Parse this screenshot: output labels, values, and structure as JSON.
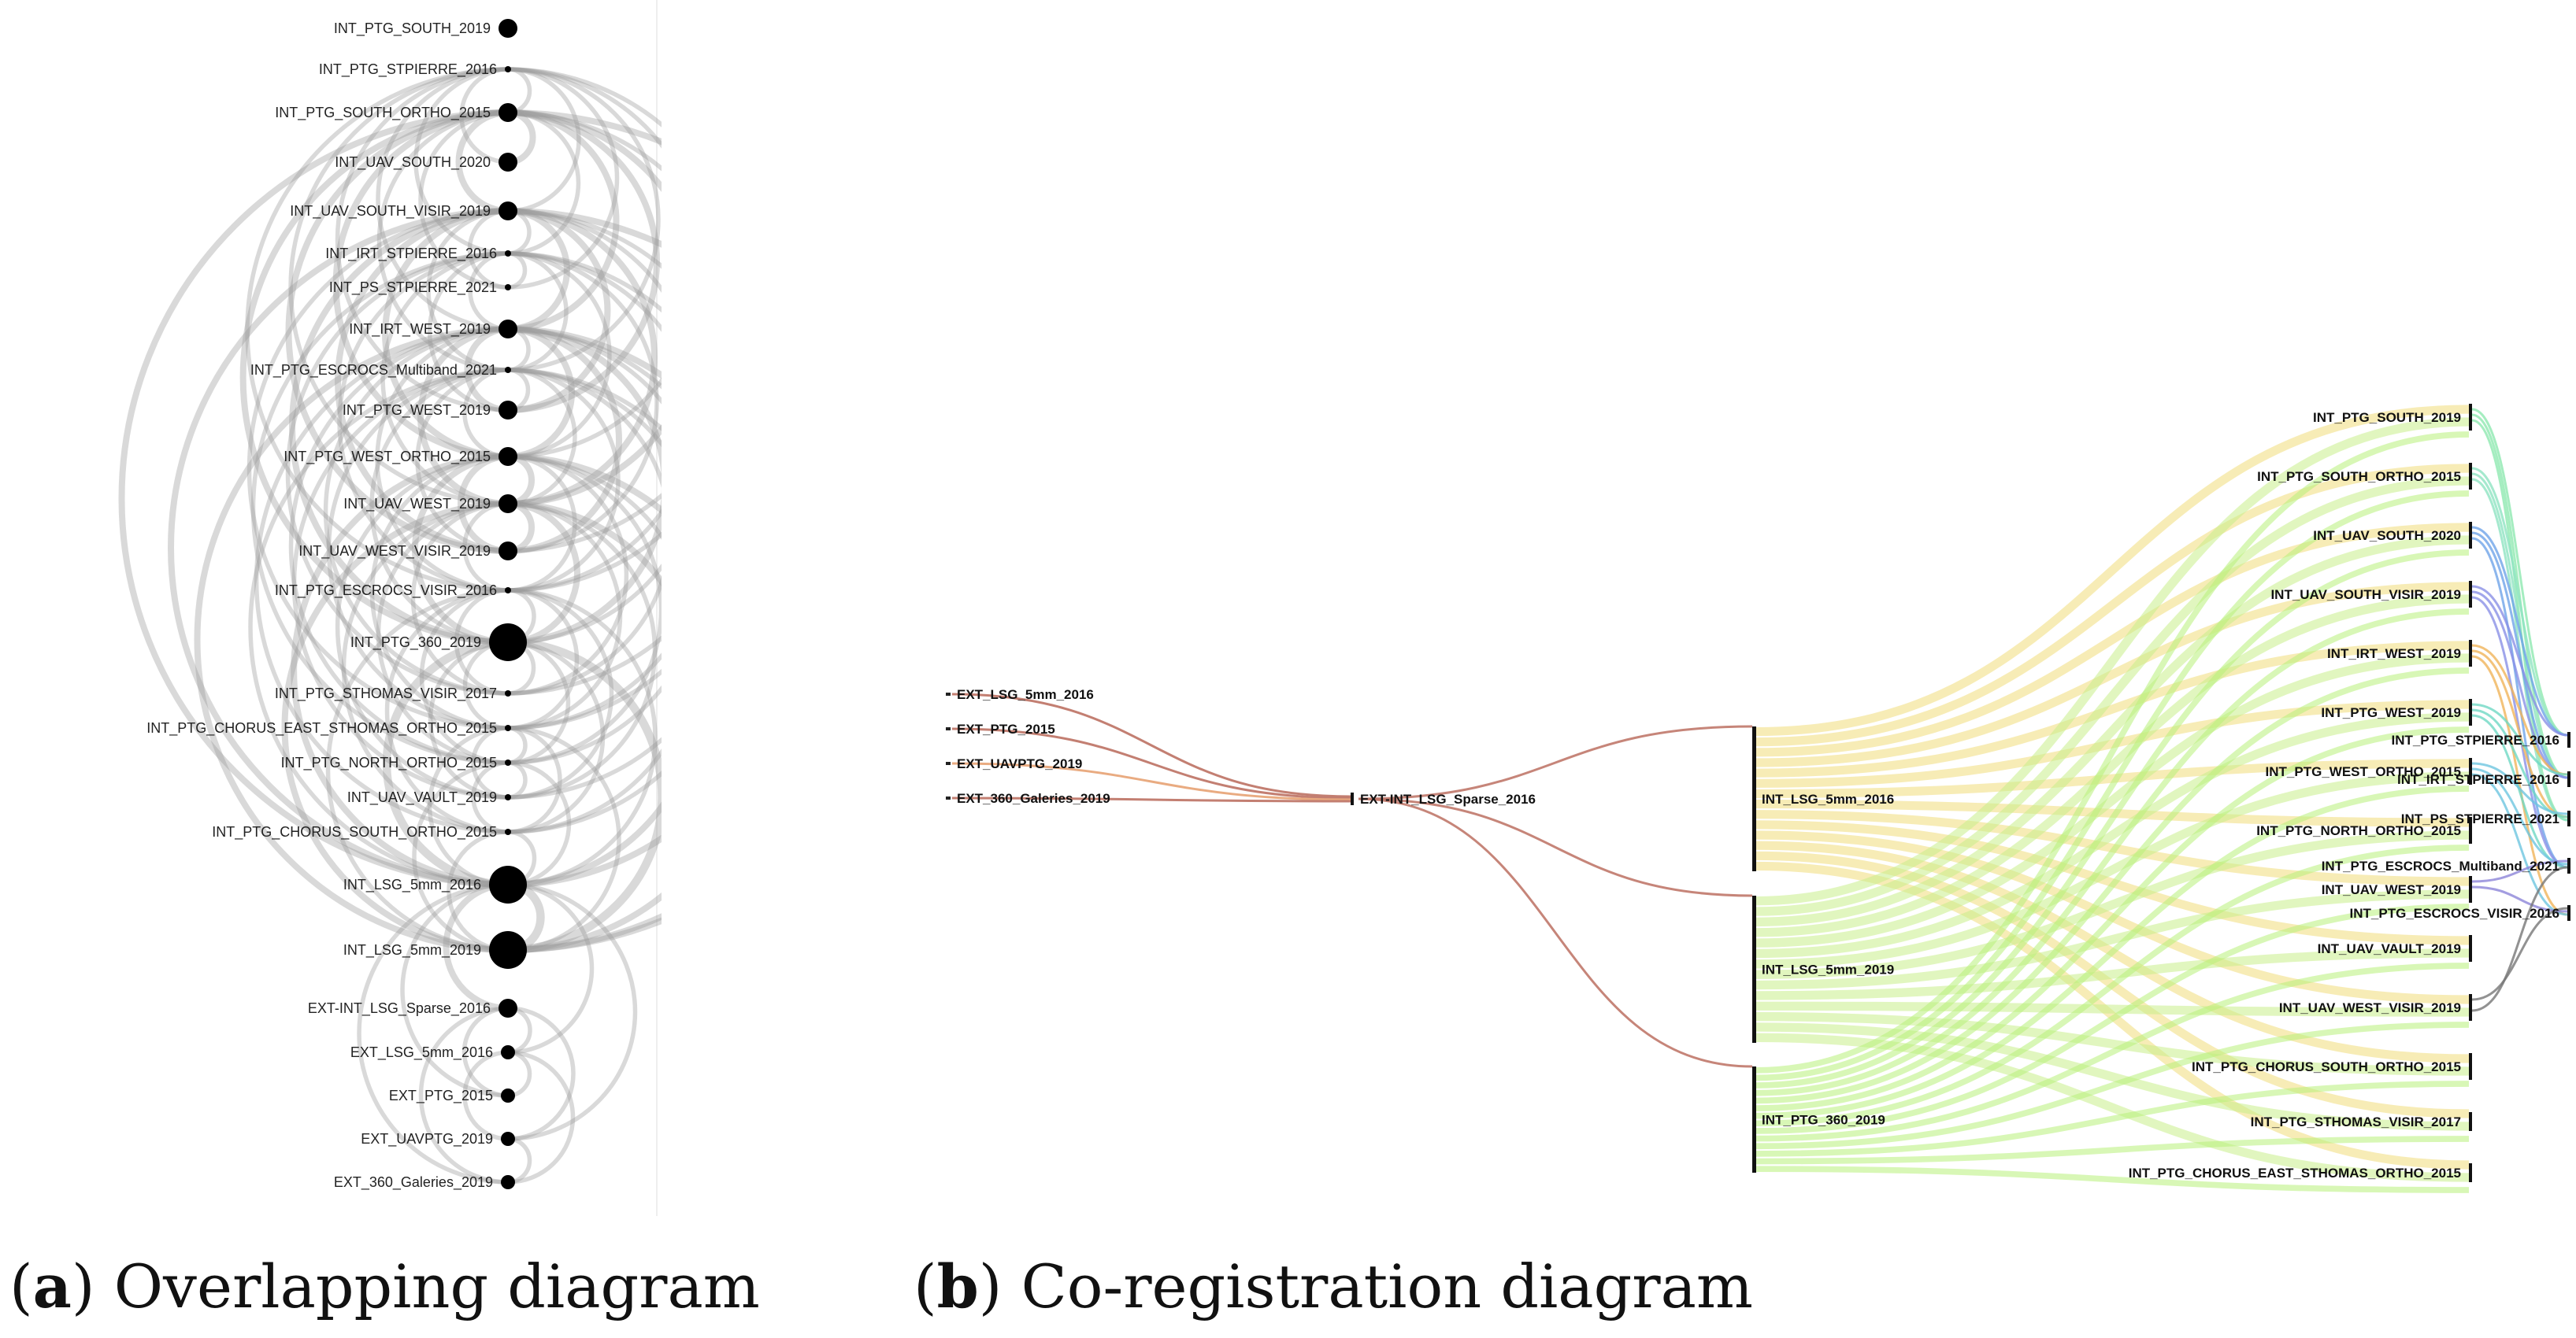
{
  "panel_a": {
    "nodes": [
      {
        "label": "INT_PTG_SOUTH_2019",
        "size": "large"
      },
      {
        "label": "INT_PTG_STPIERRE_2016",
        "size": "small"
      },
      {
        "label": "INT_PTG_SOUTH_ORTHO_2015",
        "size": "large"
      },
      {
        "label": "INT_UAV_SOUTH_2020",
        "size": "large"
      },
      {
        "label": "INT_UAV_SOUTH_VISIR_2019",
        "size": "large"
      },
      {
        "label": "INT_IRT_STPIERRE_2016",
        "size": "small"
      },
      {
        "label": "INT_PS_STPIERRE_2021",
        "size": "small"
      },
      {
        "label": "INT_IRT_WEST_2019",
        "size": "large"
      },
      {
        "label": "INT_PTG_ESCROCS_Multiband_2021",
        "size": "small"
      },
      {
        "label": "INT_PTG_WEST_2019",
        "size": "large"
      },
      {
        "label": "INT_PTG_WEST_ORTHO_2015",
        "size": "large"
      },
      {
        "label": "INT_UAV_WEST_2019",
        "size": "large"
      },
      {
        "label": "INT_UAV_WEST_VISIR_2019",
        "size": "large"
      },
      {
        "label": "INT_PTG_ESCROCS_VISIR_2016",
        "size": "small"
      },
      {
        "label": "INT_PTG_360_2019",
        "size": "xlarge"
      },
      {
        "label": "INT_PTG_STHOMAS_VISIR_2017",
        "size": "small"
      },
      {
        "label": "INT_PTG_CHORUS_EAST_STHOMAS_ORTHO_2015",
        "size": "small"
      },
      {
        "label": "INT_PTG_NORTH_ORTHO_2015",
        "size": "small"
      },
      {
        "label": "INT_UAV_VAULT_2019",
        "size": "small"
      },
      {
        "label": "INT_PTG_CHORUS_SOUTH_ORTHO_2015",
        "size": "small"
      },
      {
        "label": "INT_LSG_5mm_2016",
        "size": "xlarge"
      },
      {
        "label": "INT_LSG_5mm_2019",
        "size": "xlarge"
      },
      {
        "label": "EXT-INT_LSG_Sparse_2016",
        "size": "large"
      },
      {
        "label": "EXT_LSG_5mm_2016",
        "size": "medium"
      },
      {
        "label": "EXT_PTG_2015",
        "size": "medium"
      },
      {
        "label": "EXT_UAVPTG_2019",
        "size": "medium"
      },
      {
        "label": "EXT_360_Galeries_2019",
        "size": "medium"
      }
    ]
  },
  "panel_b": {
    "sources": [
      "EXT_LSG_5mm_2016",
      "EXT_PTG_2015",
      "EXT_UAVPTG_2019",
      "EXT_360_Galeries_2019"
    ],
    "hub": "EXT-INT_LSG_Sparse_2016",
    "main": [
      "INT_LSG_5mm_2016",
      "INT_LSG_5mm_2019",
      "INT_PTG_360_2019"
    ],
    "mid": [
      "INT_PTG_SOUTH_2019",
      "INT_PTG_SOUTH_ORTHO_2015",
      "INT_UAV_SOUTH_2020",
      "INT_UAV_SOUTH_VISIR_2019",
      "INT_IRT_WEST_2019",
      "INT_PTG_WEST_2019",
      "INT_PTG_WEST_ORTHO_2015",
      "INT_PTG_NORTH_ORTHO_2015",
      "INT_UAV_WEST_2019",
      "INT_UAV_VAULT_2019",
      "INT_UAV_WEST_VISIR_2019",
      "INT_PTG_CHORUS_SOUTH_ORTHO_2015",
      "INT_PTG_STHOMAS_VISIR_2017",
      "INT_PTG_CHORUS_EAST_STHOMAS_ORTHO_2015"
    ],
    "right": [
      "INT_PTG_STPIERRE_2016",
      "INT_IRT_STPIERRE_2016",
      "INT_PS_STPIERRE_2021",
      "INT_PTG_ESCROCS_Multiband_2021",
      "INT_PTG_ESCROCS_VISIR_2016"
    ],
    "colors": {
      "external_link": "#c0786a",
      "source_link": "#e8a77a",
      "lsg2016_band": "#f0dc7a",
      "lsg2019_band": "#c8ee8a",
      "ptg360_band": "#b8f07a",
      "south2019": "#8fe8b0",
      "south_ortho": "#8ee4c2",
      "uav_south": "#6fa4e8",
      "uav_south_visir": "#8a90e6",
      "irt_west": "#f0b45a",
      "ptg_west": "#6fd8c4",
      "west_ortho": "#6ec6e0",
      "uav_west": "#8c84d8",
      "uav_west_visir": "#777777"
    }
  },
  "captions": {
    "a_letter": "a",
    "a_text": "Overlapping diagram",
    "b_letter": "b",
    "b_text": "Co-registration diagram"
  }
}
